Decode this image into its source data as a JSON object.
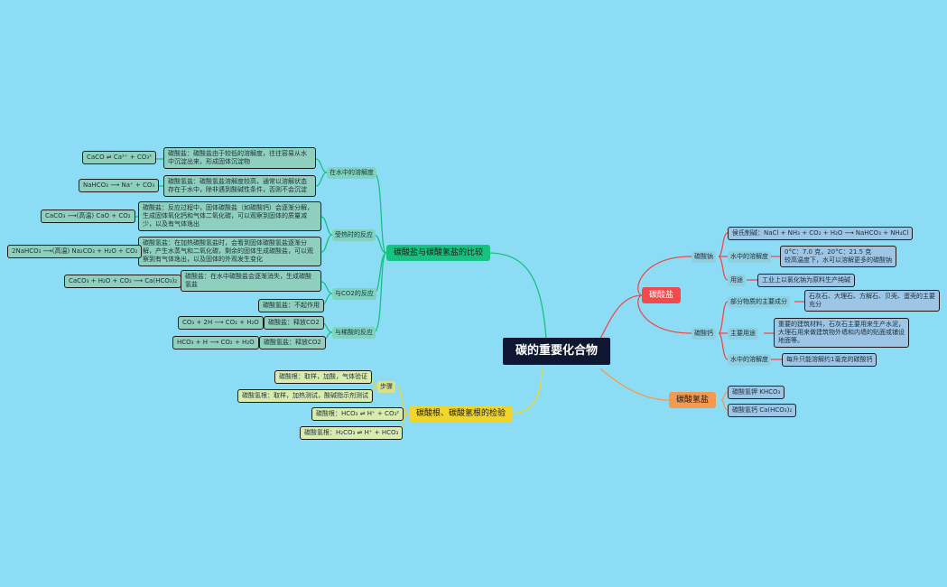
{
  "center": "碳的重要化合物",
  "colors": {
    "background": "#8ddcf6",
    "green": "#16c27f",
    "red": "#f04a4a",
    "orange": "#f39a52",
    "yellow": "#f1d528"
  },
  "branches": {
    "comparison": {
      "label": "碳酸盐与碳酸氢盐的比较",
      "solubility": {
        "label": "在水中的溶解度",
        "carbonate": "碳酸盐：碳酸盐由于较低的溶解度，往往容易从水中沉淀出来，形成固体沉淀物",
        "carbonate_eq": "CaCO ⇌ Ca²⁺ + CO₃²",
        "bicarbonate": "碳酸氢盐：碳酸氢盐溶解度较高，通常以溶解状态存在于水中，除非遇到酸碱性条件，否则不会沉淀",
        "bicarbonate_eq": "NaHCO₃ ⟶ Na⁺ + CO₃"
      },
      "heating": {
        "label": "受热时的反应",
        "carbonate": "碳酸盐：反应过程中，固体碳酸盐（如碳酸钙）会逐渐分解，生成固体氧化钙和气体二氧化碳，可以观察到固体的质量减少，以及有气体逸出",
        "carbonate_eq": "CaCO₃ ⟶(高温) CaO + CO₂",
        "bicarbonate": "碳酸氢盐：在加热碳酸氢盐时，会看到固体碳酸氢盐逐渐分解，产生水蒸气和二氧化碳，剩余的固体生成碳酸盐，可以观察到有气体逸出，以及固体的外观发生变化",
        "bicarbonate_eq": "2NaHCO₃ ⟶(高温) Na₂CO₃ + H₂O + CO₂"
      },
      "co2": {
        "label": "与CO2的反应",
        "carbonate": "碳酸盐：在水中碳酸盐会逐渐消失，生成碳酸氢盐",
        "carbonate_eq": "CaCO₃ + H₂O + CO₂ ⟶ Ca(HCO₃)₂",
        "bicarbonate": "碳酸氢盐：不起作用"
      },
      "acid": {
        "label": "与稀酸的反应",
        "carbonate": "碳酸盐：释放CO2",
        "carbonate_eq": "CO₃ + 2H ⟶ CO₂ + H₂O",
        "bicarbonate": "碳酸氢盐：释放CO2",
        "bicarbonate_eq": "HCO₃ + H ⟶ CO₂ + H₂O"
      }
    },
    "tests": {
      "label": "碳酸根、碳酸氢根的检验",
      "steps": "步骤",
      "step_carbonate": "碳酸根：取样，加酸，气体验证",
      "step_bicarbonate": "碳酸氢根：取样，加热测试，酸碱指示剂测试",
      "carbonate_ion": "碳酸根：HCO₃ ⇌ H⁺ + CO₃²",
      "bicarbonate_ion": "碳酸氢根：H₂CO₃ ⇌ H⁺ + HCO₃"
    },
    "carbonates": {
      "label": "碳酸盐",
      "soda": {
        "label": "碳酸钠",
        "houde": "侯氏制碱：NaCl + NH₃ + CO₂ + H₂O ⟶ NaHCO₃ + NH₄Cl",
        "sol_label": "水中的溶解度",
        "sol_value": "0°C：7.0 克，20°C：21.5 克\n较高温度下，水可以溶解更多的碳酸钠",
        "use_label": "用途",
        "use_value": "工业上以氯化钠为原料生产纯碱"
      },
      "calcium": {
        "label": "碳酸钙",
        "mineral_label": "部分物质的主要成分",
        "mineral_value": "石灰石、大理石、方解石、贝壳、蛋壳的主要充分",
        "use_label": "主要用途",
        "use_value": "重要的建筑材料，石灰石主要用来生产水泥，大理石用来做建筑物外墙和内墙的贴面或铺设地面等。",
        "sol_label": "水中的溶解度",
        "sol_value": "每升只能溶解约1毫克的碳酸钙"
      }
    },
    "bicarbonates": {
      "label": "碳酸氢盐",
      "potassium": "碳酸氢钾 KHCO₃",
      "calcium": "碳酸氢钙 Ca(HCO₃)₂"
    }
  }
}
